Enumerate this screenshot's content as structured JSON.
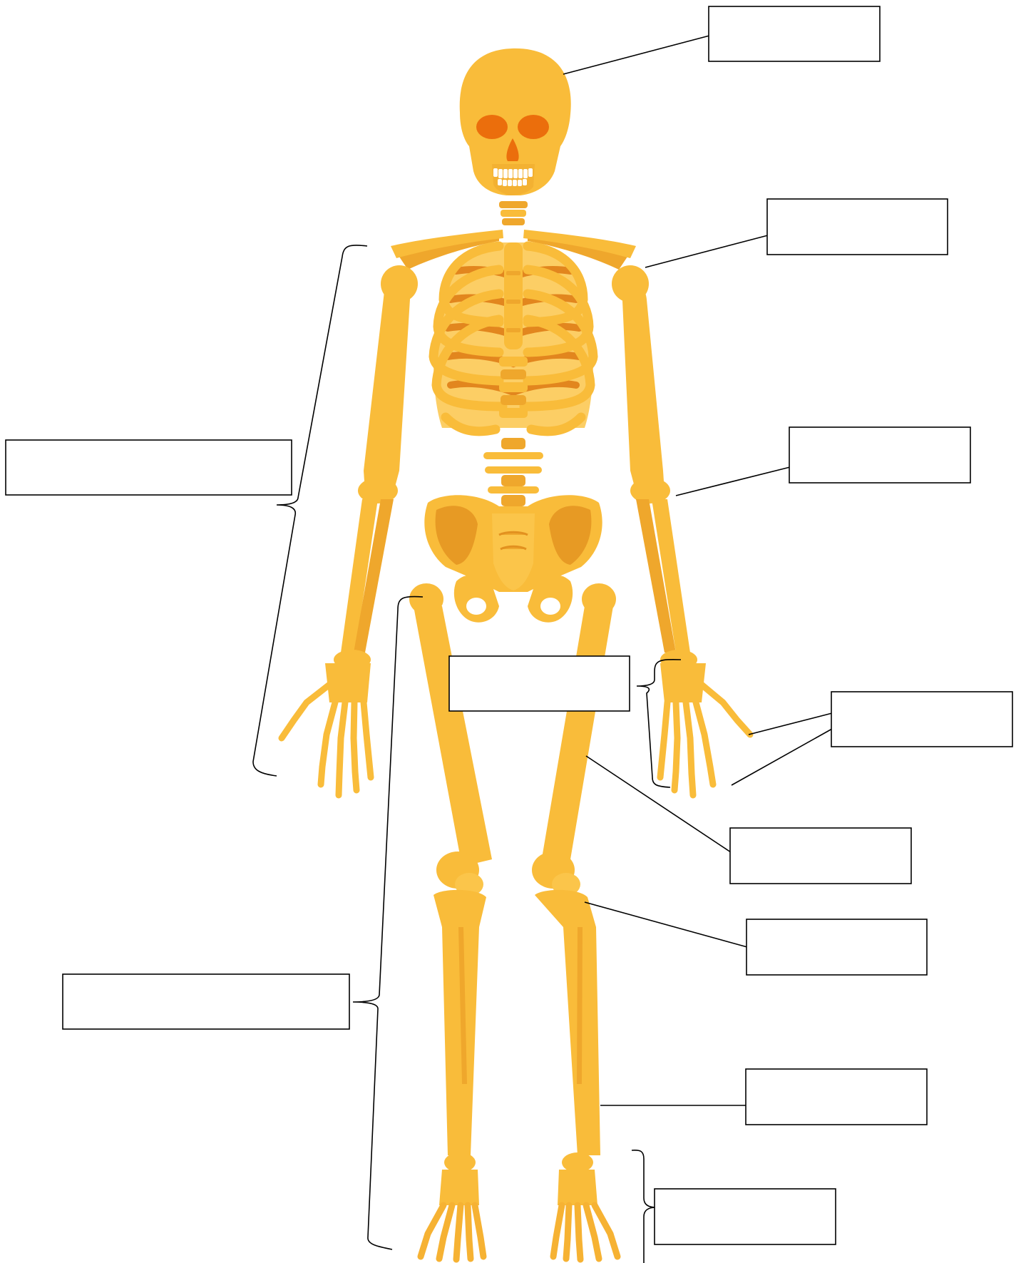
{
  "diagram": {
    "colors": {
      "bone": "#F9BC3A",
      "bone_shadow": "#E2911F",
      "eye_socket": "#EB6E0C",
      "teeth": "#FFFFFF",
      "label_border": "#000000",
      "leader_line": "#000000"
    },
    "labels": [
      {
        "id": "skull",
        "text": ""
      },
      {
        "id": "clavicle",
        "text": ""
      },
      {
        "id": "arm",
        "text": ""
      },
      {
        "id": "humerus",
        "text": ""
      },
      {
        "id": "wrist",
        "text": ""
      },
      {
        "id": "hand",
        "text": ""
      },
      {
        "id": "femur",
        "text": ""
      },
      {
        "id": "patella",
        "text": ""
      },
      {
        "id": "leg",
        "text": ""
      },
      {
        "id": "tibia",
        "text": ""
      },
      {
        "id": "foot",
        "text": ""
      }
    ]
  }
}
